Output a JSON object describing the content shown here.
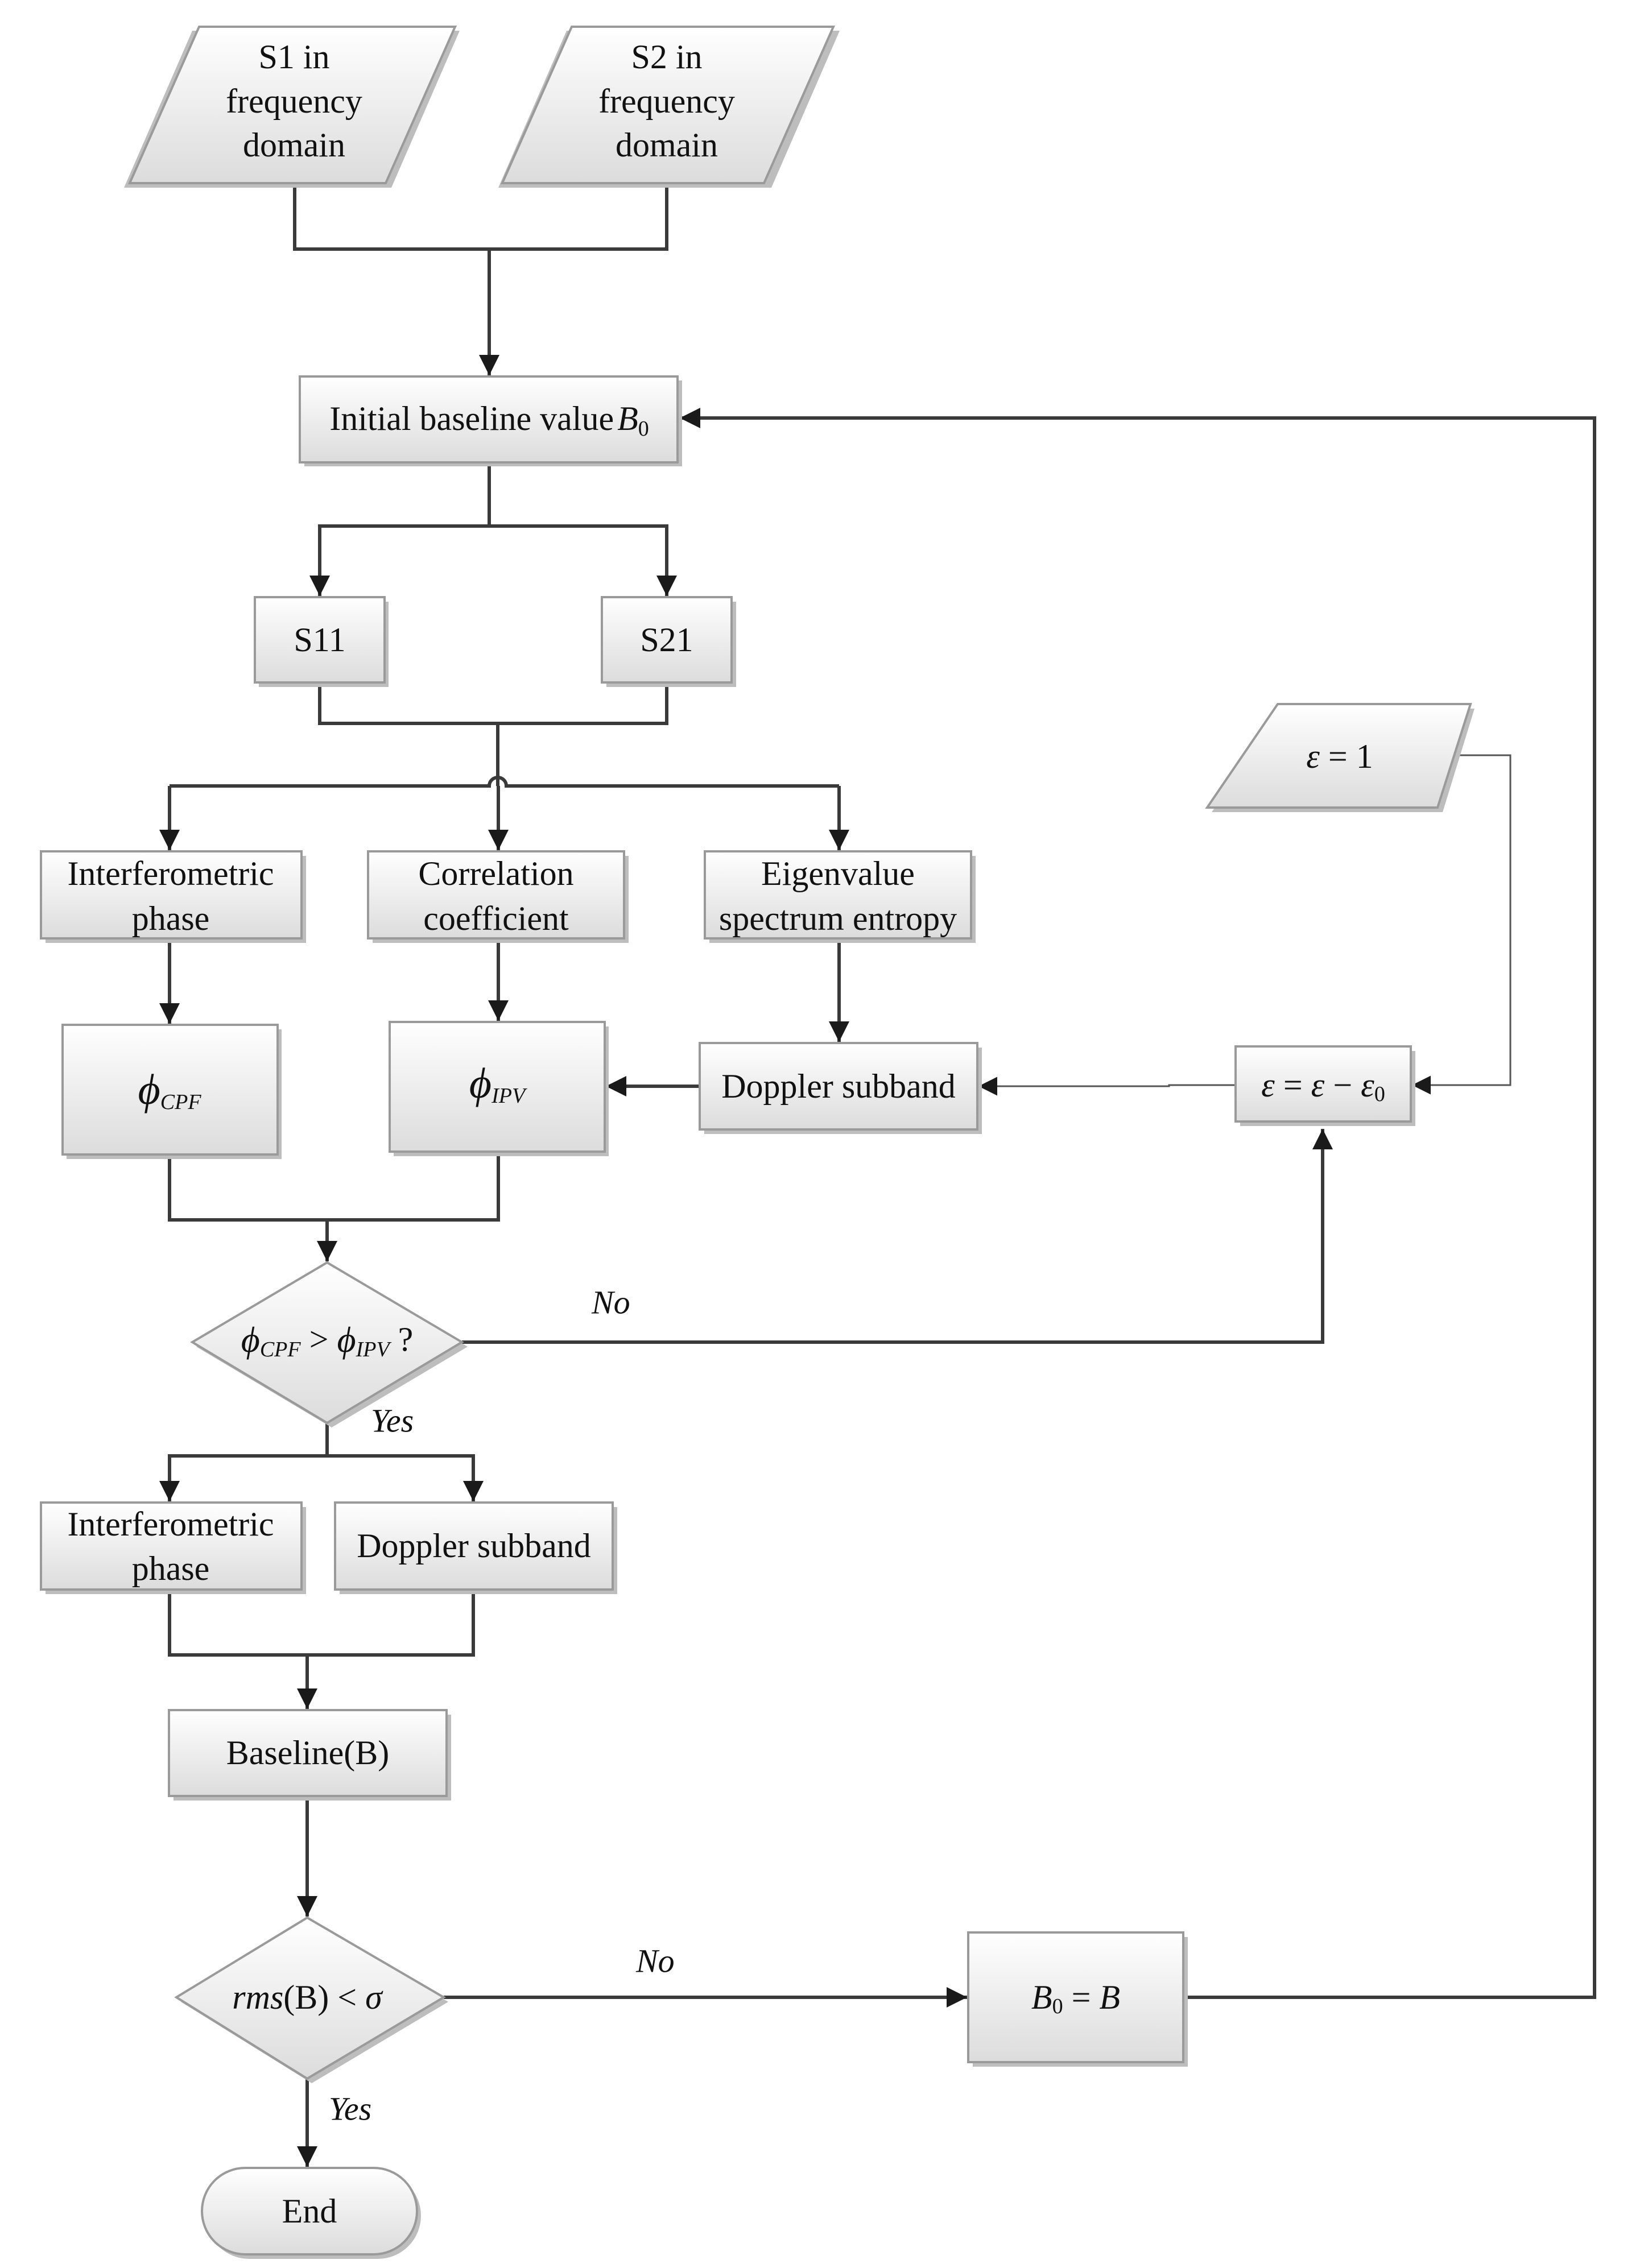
{
  "nodes": {
    "s1": {
      "lines": [
        "S1 in",
        "frequency",
        "domain"
      ]
    },
    "s2": {
      "lines": [
        "S2 in",
        "frequency",
        "domain"
      ]
    },
    "init": {
      "text": "Initial baseline value",
      "var": "B",
      "sub": "0"
    },
    "s11": {
      "text": "S11"
    },
    "s21": {
      "text": "S21"
    },
    "eps1": {
      "var": "ε",
      "rest": " = 1"
    },
    "interf1": {
      "lines": [
        "Interferometric",
        "phase"
      ]
    },
    "corr": {
      "lines": [
        "Correlation",
        "coefficient"
      ]
    },
    "eigen": {
      "lines": [
        "Eigenvalue",
        "spectrum entropy"
      ]
    },
    "phicpf": {
      "var": "ϕ",
      "sub": "CPF"
    },
    "phiipv": {
      "var": "ϕ",
      "sub": "IPV"
    },
    "doppler1": {
      "text": "Doppler subband"
    },
    "epsupd": {
      "lhs": "ε",
      "eq": " = ",
      "mid": "ε",
      "minus": " − ",
      "rhs": "ε",
      "sub": "0"
    },
    "decision1": {
      "var": "ϕ",
      "sub_a": "CPF",
      "op": " > ",
      "sub_b": "IPV",
      "tail": " ?"
    },
    "interf2": {
      "lines": [
        "Interferometric",
        "phase"
      ]
    },
    "doppler2": {
      "text": "Doppler subband"
    },
    "baseline": {
      "text": "Baseline(B)"
    },
    "decision2": {
      "fn": "rms",
      "arg": "(B)",
      "op": " < ",
      "rhs": "σ"
    },
    "b0eq": {
      "var": "B",
      "sub": "0",
      "eq": " = ",
      "rhs": "B"
    },
    "end": {
      "text": "End"
    }
  },
  "edge_labels": {
    "no1": "No",
    "yes1": "Yes",
    "no2": "No",
    "yes2": "Yes"
  }
}
